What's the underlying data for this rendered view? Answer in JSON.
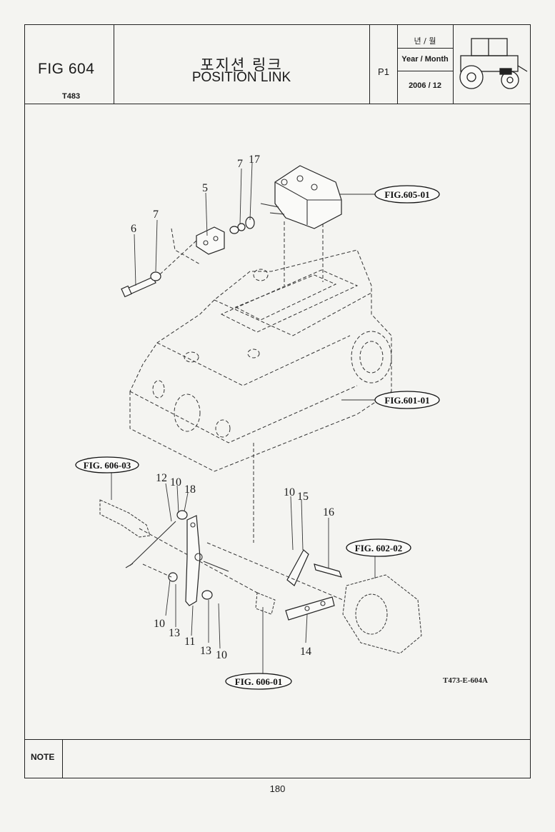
{
  "header": {
    "fig_no": "FIG 604",
    "model": "T483",
    "title_ko": "포지션 링크",
    "title_en": "POSITION LINK",
    "page_code": "P1",
    "ym_ko": "년 / 월",
    "ym_en": "Year / Month",
    "date": "2006 / 12"
  },
  "callouts": [
    "17",
    "7",
    "5",
    "7",
    "6",
    "12",
    "10",
    "18",
    "10",
    "15",
    "16",
    "10",
    "13",
    "11",
    "13",
    "10",
    "14"
  ],
  "refs": {
    "r605": "FIG.605-01",
    "r601": "FIG.601-01",
    "r60603": "FIG. 606-03",
    "r60202": "FIG. 602-02",
    "r60601": "FIG. 606-01"
  },
  "drawing_no": "T473-E-604A",
  "footer": {
    "note_label": "NOTE",
    "page": "180"
  }
}
